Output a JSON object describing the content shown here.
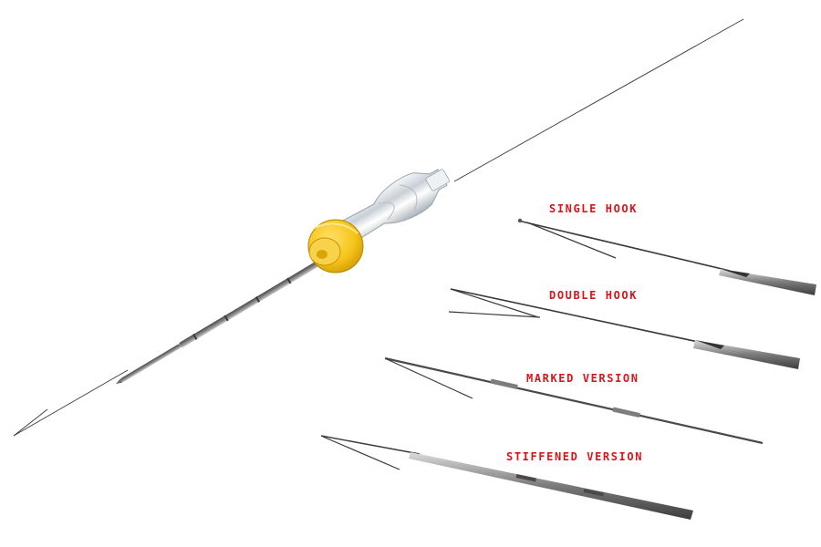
{
  "labels": {
    "single_hook": "SINGLE HOOK",
    "double_hook": "DOUBLE HOOK",
    "marked_version": "MARKED VERSION",
    "stiffened_version": "STIFFENED VERSION"
  },
  "colors": {
    "label_red": "#d9141b",
    "wire": "#2c2c2c",
    "needle_steel": "#8e8e8e",
    "hub_yellow": "#f6c419",
    "hub_clear": "#dfe4e8",
    "background": "#ffffff"
  },
  "icons": {
    "main": "localization-needle-with-hub",
    "variant_1": "single-hook-wire-tip",
    "variant_2": "double-hook-wire-tip",
    "variant_3": "marked-needle-tip",
    "variant_4": "stiffened-needle-tip"
  }
}
